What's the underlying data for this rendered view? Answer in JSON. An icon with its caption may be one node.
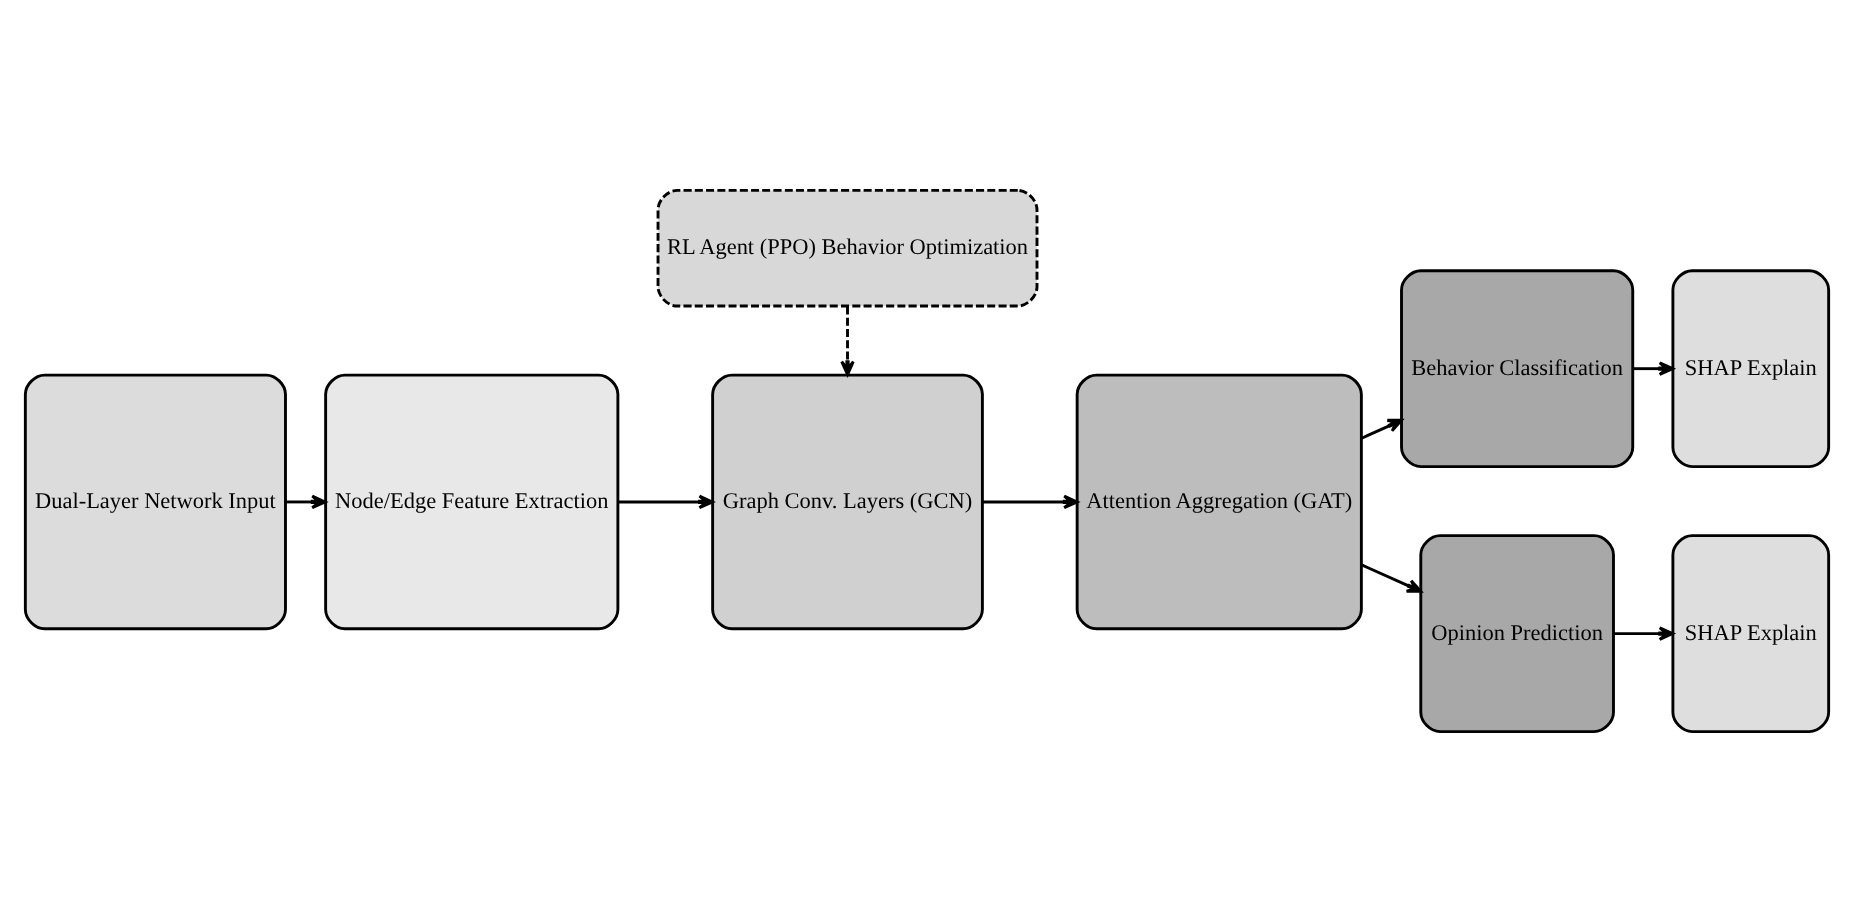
{
  "diagram": {
    "nodes": [
      {
        "text": [
          "Dual-Layer Network Input"
        ]
      },
      {
        "text": [
          "Node/Edge Feature Extraction"
        ]
      },
      {
        "text": [
          "Graph Conv. Layers (GCN)"
        ]
      },
      {
        "text": [
          "Attention Aggregation (GAT)"
        ]
      },
      {
        "text": [
          "Behavior Classification"
        ]
      },
      {
        "text": [
          "SHAP Explain"
        ]
      },
      {
        "text": [
          "Opinion Prediction"
        ]
      },
      {
        "text": [
          "SHAP Explain"
        ]
      },
      {
        "text": [
          "RL Agent (PPO) Behavior Optimization"
        ]
      }
    ],
    "edges": [
      {
        "from": 0,
        "to": 1,
        "arrow": "to"
      },
      {
        "from": 1,
        "to": 2,
        "arrow": "to"
      },
      {
        "from": 2,
        "to": 3,
        "arrow": "to"
      },
      {
        "from": 3,
        "to": 4,
        "arrow": "to"
      },
      {
        "from": 4,
        "to": 5,
        "arrow": "to"
      },
      {
        "from": 3,
        "to": 6,
        "arrow": "to"
      },
      {
        "from": 6,
        "to": 7,
        "arrow": "to"
      },
      {
        "from": 8,
        "to": 2,
        "arrow": "to",
        "style": "dashed"
      }
    ]
  }
}
